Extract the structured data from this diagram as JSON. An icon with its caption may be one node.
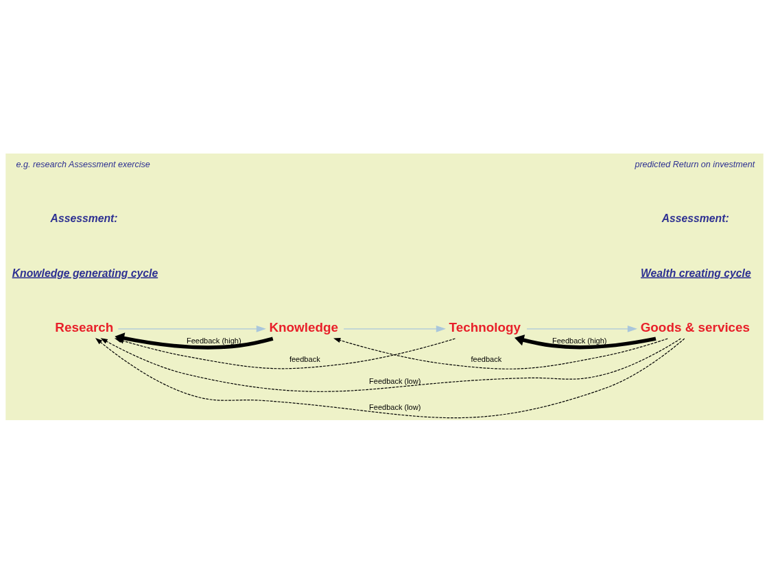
{
  "diagram": {
    "nodes": [
      {
        "text": [
          "Research"
        ]
      },
      {
        "text": [
          "Knowledge"
        ]
      },
      {
        "text": [
          "Technology"
        ]
      },
      {
        "text": [
          "Goods & services"
        ]
      }
    ],
    "edges": [
      {
        "from": 0,
        "to": 1,
        "arrow": "to",
        "color": "#a9c6db"
      },
      {
        "from": 1,
        "to": 2,
        "arrow": "to",
        "color": "#a9c6db"
      },
      {
        "from": 2,
        "to": 3,
        "arrow": "to",
        "color": "#a9c6db"
      },
      {
        "from": 1,
        "to": 0,
        "arrow": "to",
        "style": "thick",
        "label": "Feedback (high)"
      },
      {
        "from": 2,
        "to": 0,
        "arrow": "to",
        "style": "dashed",
        "label": "feedback"
      },
      {
        "from": 3,
        "to": 0,
        "arrow": "to",
        "style": "dashed",
        "label": "Feedback (low)"
      },
      {
        "from": 3,
        "to": 2,
        "arrow": "to",
        "style": "thick",
        "label": "Feedback (high)"
      },
      {
        "from": 3,
        "to": 1,
        "arrow": "to",
        "style": "dashed",
        "label": "feedback"
      },
      {
        "from": 3,
        "to": 0,
        "arrow": "to",
        "style": "dashed",
        "label": "Feedback (low)"
      }
    ],
    "labels": [
      "Knowledge generating cycle",
      "Assessment:",
      "e.g. research Assessment exercise",
      "Wealth creating cycle",
      "Assessment:",
      "predicted Return on investment"
    ]
  }
}
